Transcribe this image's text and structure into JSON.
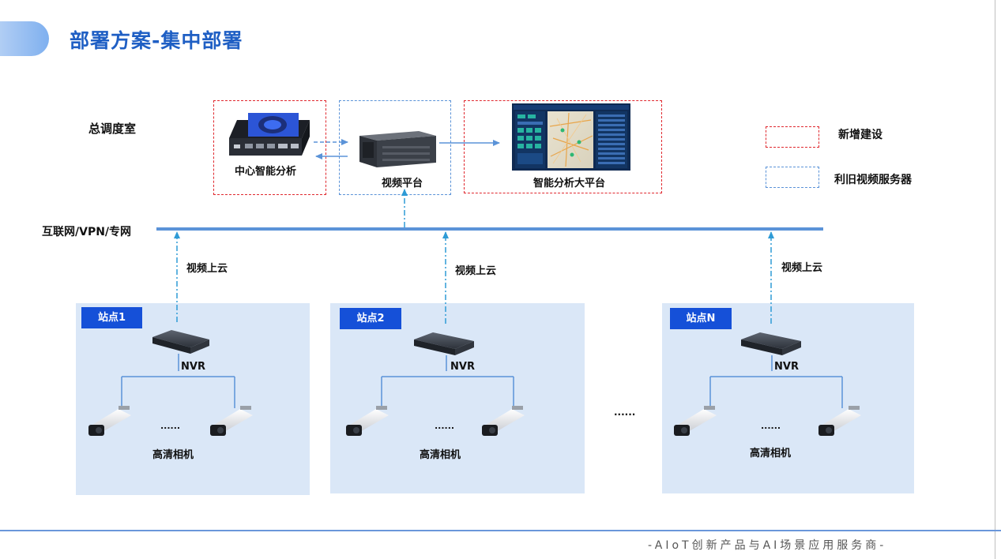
{
  "header": {
    "title": "部署方案-集中部署"
  },
  "control_room": {
    "label": "总调度室",
    "central_analysis": "中心智能分析",
    "video_platform": "视频平台",
    "analytics_platform": "智能分析大平台"
  },
  "legend": {
    "new": "新增建设",
    "reuse": "利旧视频服务器"
  },
  "network": {
    "label": "互联网/VPN/专网"
  },
  "upload_label": "视频上云",
  "sites": [
    {
      "name": "站点1",
      "nvr": "NVR",
      "dots": "......",
      "cameras": "高清相机",
      "upload": "视频上云"
    },
    {
      "name": "站点2",
      "nvr": "NVR",
      "dots": "......",
      "cameras": "高清相机",
      "upload": "视频上云"
    },
    {
      "name": "站点N",
      "nvr": "NVR",
      "dots": "......",
      "cameras": "高清相机",
      "upload": "视频上云"
    }
  ],
  "between_sites": "......",
  "footer": {
    "slogan": "-AIoT创新产品与AI场景应用服务商-"
  },
  "colors": {
    "accent": "#1f5fc4",
    "new_build": "#e0282e",
    "reuse": "#5b93d8",
    "network": "#5b93d8",
    "site_bg": "#dae7f7",
    "site_tag": "#1550d8"
  }
}
